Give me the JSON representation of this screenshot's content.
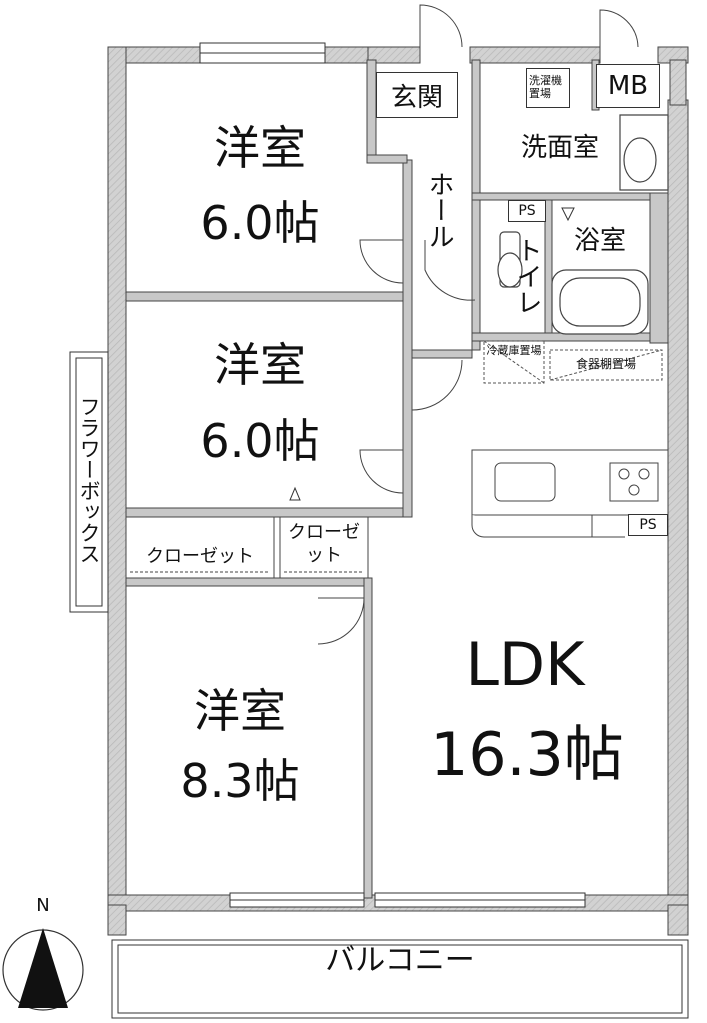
{
  "rooms": {
    "western_1": {
      "name": "洋室",
      "size": "6.0帖"
    },
    "western_2": {
      "name": "洋室",
      "size": "6.0帖"
    },
    "western_3": {
      "name": "洋室",
      "size": "8.3帖"
    },
    "ldk": {
      "name": "LDK",
      "size": "16.3帖"
    }
  },
  "labels": {
    "entrance": "玄関",
    "hall": "ホール",
    "washroom": "洗面室",
    "bathroom": "浴室",
    "toilet": "トイレ",
    "mb": "MB",
    "ps_upper": "PS",
    "ps_kitchen": "PS",
    "washer_space": "洗濯機置場",
    "fridge_space": "冷蔵庫置場",
    "shelf_space": "食器棚置場",
    "closet_1": "クローゼット",
    "closet_2": "クローゼット",
    "flower_box": "フラワーボックス",
    "balcony": "バルコニー",
    "north": "N"
  },
  "colors": {
    "wall": "#c8c8c8",
    "line": "#333333",
    "background": "#ffffff"
  }
}
